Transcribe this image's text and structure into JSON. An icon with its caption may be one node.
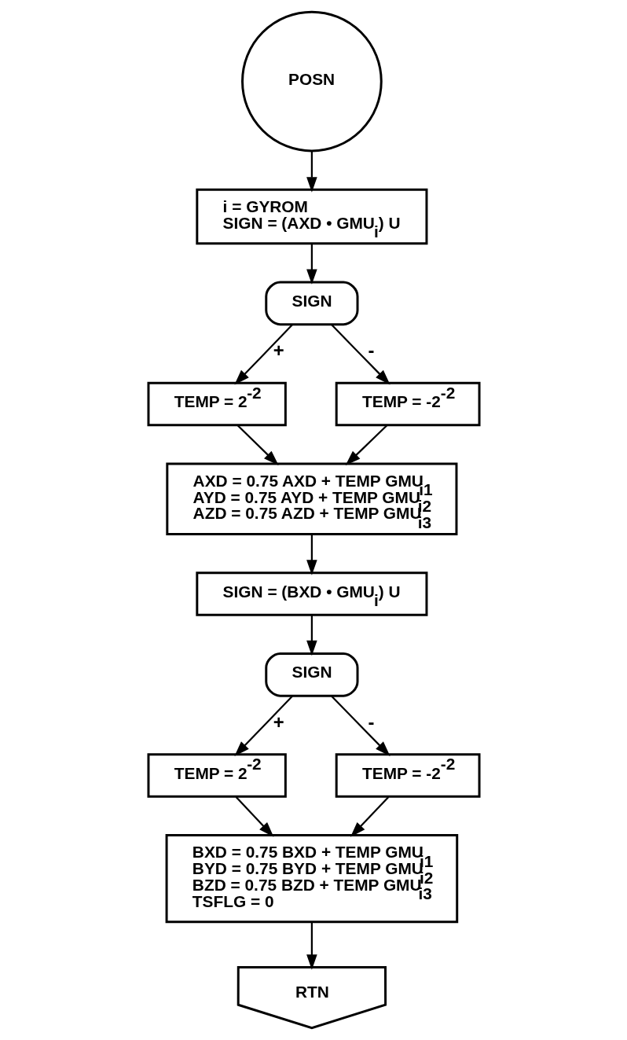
{
  "diagram": {
    "nodes": [
      {
        "text": [
          "POSN"
        ]
      },
      {
        "text": [
          "i = GYROM",
          "SIGN = (AXD • GMU$_{i}$) U"
        ]
      },
      {
        "text": [
          "SIGN"
        ]
      },
      {
        "text": [
          "TEMP = 2$^{-2}$"
        ]
      },
      {
        "text": [
          "TEMP = -2$^{-2}$"
        ]
      },
      {
        "text": [
          "AXD = 0.75 AXD + TEMP GMU$_{i1}$",
          "AYD = 0.75 AYD + TEMP GMU$_{i2}$",
          "AZD = 0.75 AZD + TEMP GMU$_{i3}$"
        ]
      },
      {
        "text": [
          "SIGN = (BXD • GMU$_{i}$) U"
        ]
      },
      {
        "text": [
          "SIGN"
        ]
      },
      {
        "text": [
          "TEMP = 2$^{-2}$"
        ]
      },
      {
        "text": [
          "TEMP = -2$^{-2}$"
        ]
      },
      {
        "text": [
          "BXD = 0.75 BXD + TEMP GMU$_{i1}$",
          "BYD = 0.75 BYD + TEMP GMU$_{i2}$",
          "BZD = 0.75 BZD + TEMP GMU$_{i3}$",
          "TSFLG = 0"
        ]
      },
      {
        "text": [
          "RTN"
        ]
      }
    ],
    "edges": [
      {
        "from": 0,
        "to": 1,
        "arrow": "to"
      },
      {
        "from": 1,
        "to": 2,
        "arrow": "to"
      },
      {
        "from": 2,
        "to": 3,
        "arrow": "to",
        "label": "+"
      },
      {
        "from": 2,
        "to": 4,
        "arrow": "to",
        "label": "-"
      },
      {
        "from": 3,
        "to": 5,
        "arrow": "to"
      },
      {
        "from": 4,
        "to": 5,
        "arrow": "to"
      },
      {
        "from": 5,
        "to": 6,
        "arrow": "to"
      },
      {
        "from": 6,
        "to": 7,
        "arrow": "to"
      },
      {
        "from": 7,
        "to": 8,
        "arrow": "to",
        "label": "+"
      },
      {
        "from": 7,
        "to": 9,
        "arrow": "to",
        "label": "-"
      },
      {
        "from": 8,
        "to": 10,
        "arrow": "to"
      },
      {
        "from": 9,
        "to": 10,
        "arrow": "to"
      },
      {
        "from": 10,
        "to": 11,
        "arrow": "to"
      }
    ]
  }
}
